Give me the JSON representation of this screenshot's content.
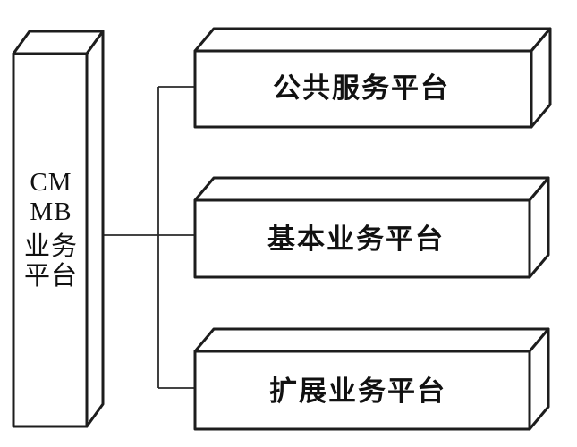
{
  "figure": {
    "root_box": {
      "full_label": "CMMB业务平台",
      "lines": [
        "CM",
        "MB",
        "业务",
        "平台"
      ]
    },
    "platform_boxes": [
      {
        "label": "公共服务平台"
      },
      {
        "label": "基本业务平台"
      },
      {
        "label": "扩展业务平台"
      }
    ],
    "colors": {
      "line": "#1d1d1d",
      "connector": "#2a2a2a",
      "text": "#111111",
      "box_fill": "#ffffff",
      "background": "#ffffff"
    }
  }
}
